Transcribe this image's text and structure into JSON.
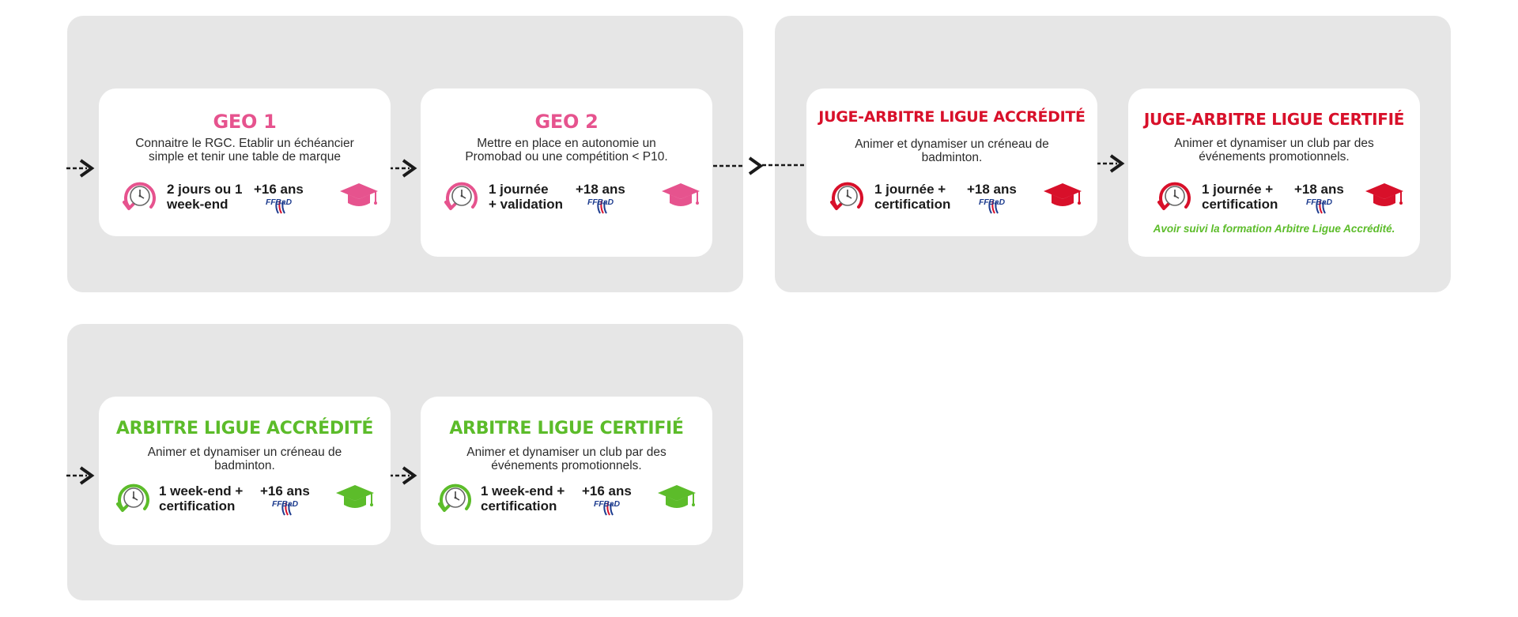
{
  "colors": {
    "pink": "#e6538e",
    "red": "#d8102a",
    "green": "#5cbc2a",
    "panel": "#e6e6e6",
    "card": "#ffffff"
  },
  "cards": {
    "geo1": {
      "title": "GEO 1",
      "desc": [
        "Connaitre le RGC. Etablir un échéancier",
        "simple et tenir une table de marque"
      ],
      "duration": [
        "2 jours ou 1",
        "week-end"
      ],
      "age": "+16 ans",
      "org": "FFBaD",
      "icon": "mortarboard-pink-icon"
    },
    "geo2": {
      "title": "GEO 2",
      "desc": [
        "Mettre en place en autonomie un",
        "Promobad ou une compétition < P10."
      ],
      "duration": [
        "1 journée",
        "+ validation"
      ],
      "age": "+18 ans",
      "org": "FFBaD",
      "icon": "mortarboard-pink-icon"
    },
    "ja_accredite": {
      "title": "JUGE-ARBITRE LIGUE ACCRÉDITÉ",
      "desc": [
        "Animer et dynamiser un créneau de",
        "badminton."
      ],
      "duration": [
        "1 journée +",
        "certification"
      ],
      "age": "+18 ans",
      "org": "FFBaD",
      "icon": "mortarboard-red-icon"
    },
    "ja_certifie": {
      "title": "JUGE-ARBITRE LIGUE CERTIFIÉ",
      "desc": [
        "Animer et dynamiser un club par des",
        "événements promotionnels."
      ],
      "duration": [
        "1 journée +",
        "certification"
      ],
      "age": "+18 ans",
      "org": "FFBaD",
      "icon": "mortarboard-red-icon",
      "note": "Avoir suivi la formation Arbitre Ligue Accrédité."
    },
    "al_accredite": {
      "title": "ARBITRE LIGUE ACCRÉDITÉ",
      "desc": [
        "Animer et dynamiser un créneau de",
        "badminton."
      ],
      "duration": [
        "1 week-end +",
        "certification"
      ],
      "age": "+16 ans",
      "org": "FFBaD",
      "icon": "mortarboard-green-icon"
    },
    "al_certifie": {
      "title": "ARBITRE LIGUE CERTIFIÉ",
      "desc": [
        "Animer et dynamiser un club par des",
        "événements promotionnels."
      ],
      "duration": [
        "1 week-end +",
        "certification"
      ],
      "age": "+16 ans",
      "org": "FFBaD",
      "icon": "mortarboard-green-icon"
    }
  }
}
